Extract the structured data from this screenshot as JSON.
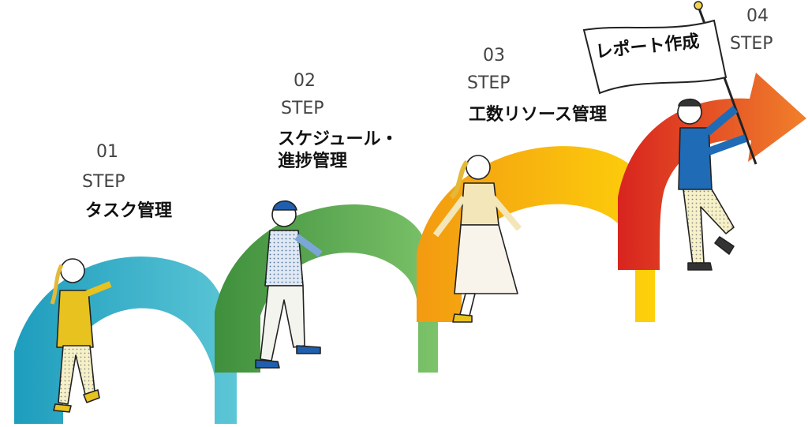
{
  "steps": [
    {
      "number": "01",
      "step_label": "STEP",
      "title": "タスク管理",
      "gradient": [
        "#1e9dbd",
        "#5cc6d6"
      ]
    },
    {
      "number": "02",
      "step_label": "STEP",
      "title": "スケジュール・\n進捗管理",
      "gradient": [
        "#3f8f3c",
        "#7cc36a"
      ]
    },
    {
      "number": "03",
      "step_label": "STEP",
      "title": "工数リソース管理",
      "gradient": [
        "#f39a11",
        "#fdd10b"
      ]
    },
    {
      "number": "04",
      "step_label": "STEP",
      "title": "レポート作成",
      "gradient": [
        "#d8241f",
        "#f1802b"
      ]
    }
  ],
  "figures": {
    "shirt_colors": [
      "#e8c21f",
      "#7aa7d6",
      "#f3e6b8",
      "#1f6bb5"
    ],
    "outline": "#222222"
  }
}
